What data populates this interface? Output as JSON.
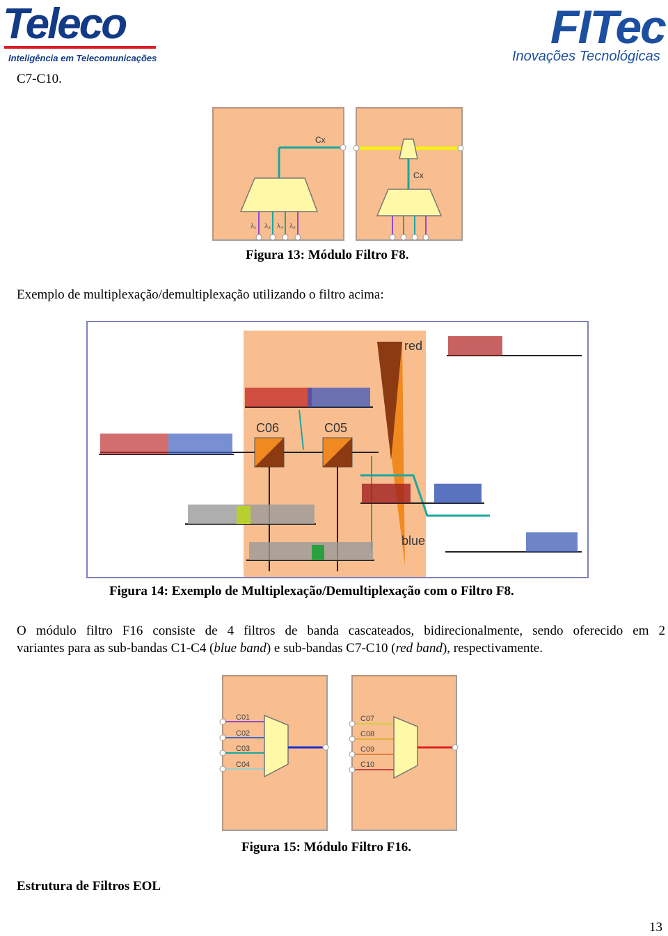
{
  "header": {
    "teleco_logo": {
      "name": "Teleco",
      "tagline": "Inteligência em Telecomunicações"
    },
    "fitec_logo": {
      "name": "FITec",
      "tagline": "Inovações Tecnológicas"
    }
  },
  "top_fragment": "C7-C10.",
  "figure13": {
    "caption": "Figura 13: Módulo Filtro F8.",
    "left_label": "Cx",
    "right_label": "Cx",
    "lambda_labels": [
      "λ₁",
      "λ₃",
      "λ₄",
      "λ₂"
    ]
  },
  "intro_text": "Exemplo de multiplexação/demultiplexação utilizando o filtro acima:",
  "figure14": {
    "caption": "Figura 14: Exemplo de Multiplexação/Demultiplexação com o Filtro F8.",
    "labels": {
      "red": "red",
      "blue": "blue",
      "c06": "C06",
      "c05": "C05"
    }
  },
  "paragraph": {
    "line1": "O módulo filtro F16 consiste de 4 filtros de banda cascateados, bidirecionalmente, sendo oferecido em 2",
    "line2_a": "variantes para as sub-bandas C1-C4 (",
    "line2_blue": "blue band",
    "line2_b": ") e sub-bandas C7-C10 (",
    "line2_red": "red band",
    "line2_c": "), respectivamente."
  },
  "figure15": {
    "caption": "Figura 15: Módulo Filtro F16.",
    "left_channels": [
      "C01",
      "C02",
      "C03",
      "C04"
    ],
    "right_channels": [
      "C07",
      "C08",
      "C09",
      "C10"
    ],
    "colors": {
      "left_output": "#1f2fd0",
      "right_output": "#e02020"
    }
  },
  "section_heading": "Estrutura de Filtros EOL",
  "page_number": "13",
  "colors": {
    "panel": "#f8be90",
    "panel_border": "#c89a7a",
    "filter": "#fff8a6",
    "teal": "#1aa7a0",
    "yellow": "#f5ee1a",
    "orange": "#f08a20",
    "brown": "#8b3a12"
  }
}
